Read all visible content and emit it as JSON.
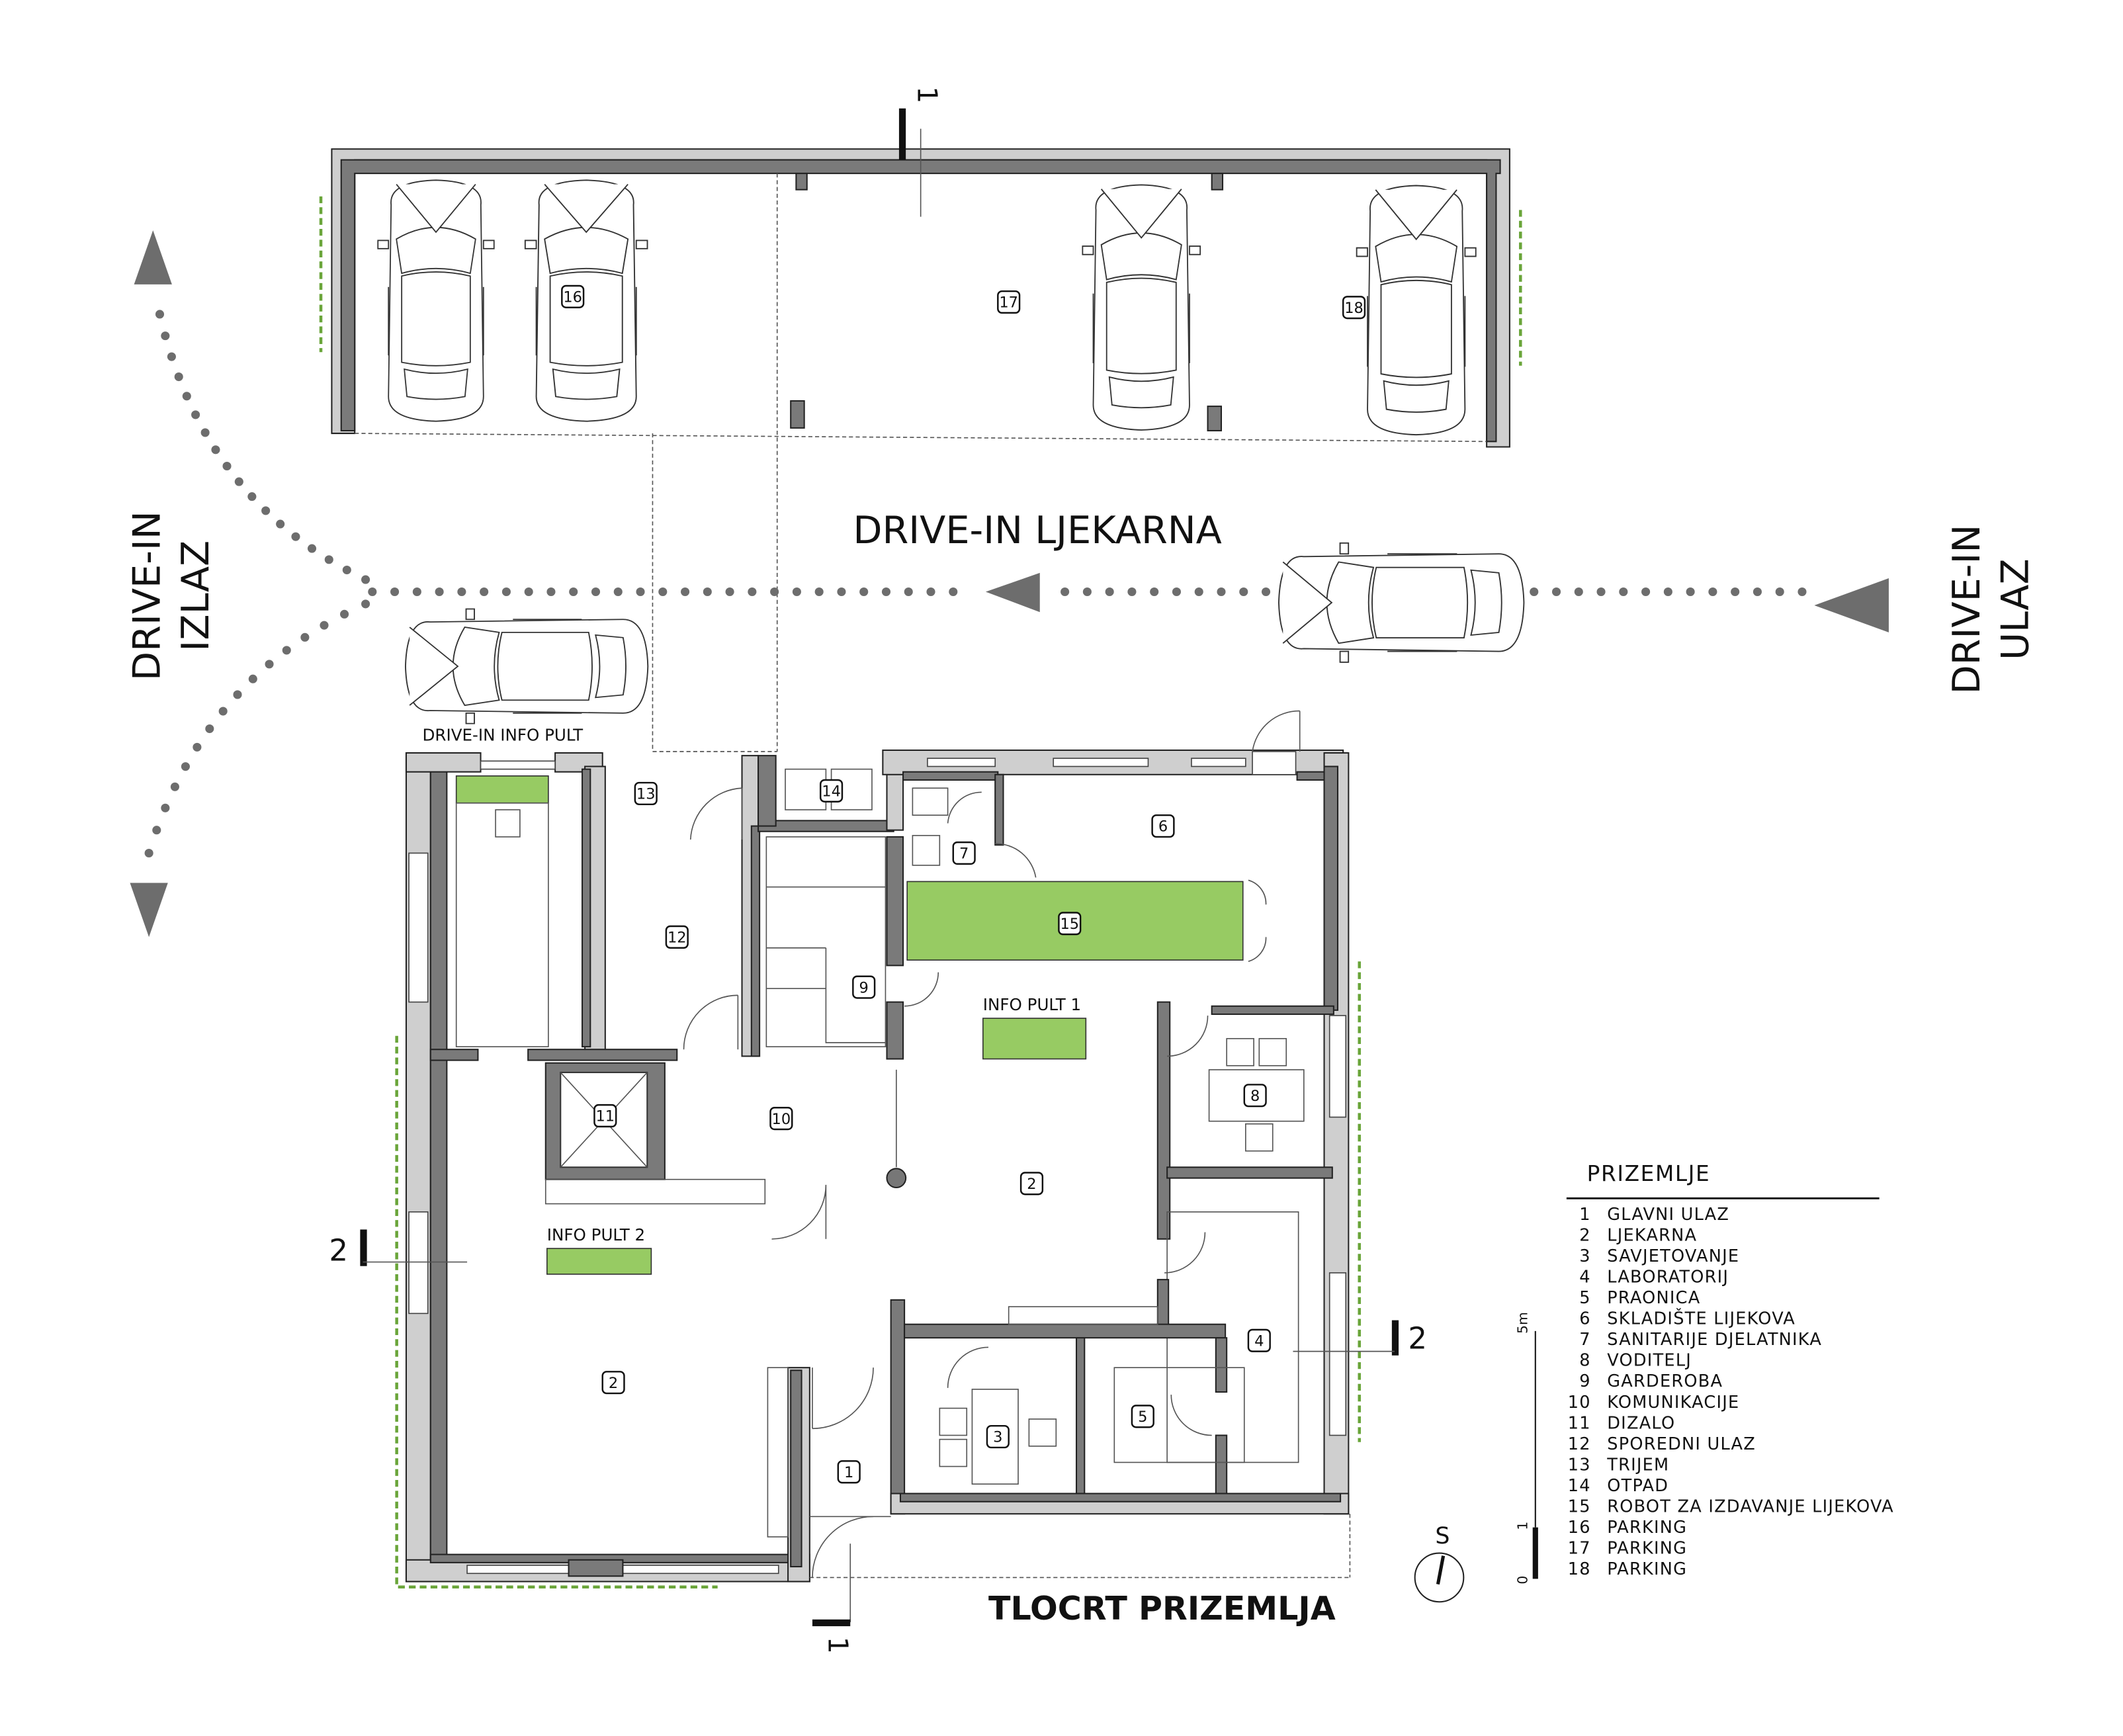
{
  "title": "TLOCRT PRIZEMLJA",
  "drive_in": {
    "main_label": "DRIVE-IN LJEKARNA",
    "exit_line1": "DRIVE-IN",
    "exit_line2": "IZLAZ",
    "entry_line1": "DRIVE-IN",
    "entry_line2": "ULAZ",
    "info_pult_label": "DRIVE-IN INFO PULT"
  },
  "desks": {
    "info_pult_1": "INFO PULT 1",
    "info_pult_2": "INFO PULT 2"
  },
  "room_numbers": [
    "1",
    "2",
    "2",
    "3",
    "4",
    "5",
    "6",
    "7",
    "8",
    "9",
    "10",
    "11",
    "12",
    "13",
    "14",
    "15",
    "16",
    "17",
    "18"
  ],
  "section_marks": {
    "section_1": "1",
    "section_2": "2"
  },
  "north": "S",
  "scale": {
    "zero": "0",
    "one": "1",
    "five": "5m"
  },
  "legend": {
    "title": "PRIZEMLJE",
    "items": [
      {
        "num": "1",
        "label": "GLAVNI ULAZ"
      },
      {
        "num": "2",
        "label": "LJEKARNA"
      },
      {
        "num": "3",
        "label": "SAVJETOVANJE"
      },
      {
        "num": "4",
        "label": "LABORATORIJ"
      },
      {
        "num": "5",
        "label": "PRAONICA"
      },
      {
        "num": "6",
        "label": "SKLADIŠTE LIJEKOVA"
      },
      {
        "num": "7",
        "label": "SANITARIJE DJELATNIKA"
      },
      {
        "num": "8",
        "label": "VODITELJ"
      },
      {
        "num": "9",
        "label": "GARDEROBA"
      },
      {
        "num": "10",
        "label": "KOMUNIKACIJE"
      },
      {
        "num": "11",
        "label": "DIZALO"
      },
      {
        "num": "12",
        "label": "SPOREDNI ULAZ"
      },
      {
        "num": "13",
        "label": "TRIJEM"
      },
      {
        "num": "14",
        "label": "OTPAD"
      },
      {
        "num": "15",
        "label": "ROBOT ZA IZDAVANJE LIJEKOVA"
      },
      {
        "num": "16",
        "label": "PARKING"
      },
      {
        "num": "17",
        "label": "PARKING"
      },
      {
        "num": "18",
        "label": "PARKING"
      }
    ]
  },
  "colors": {
    "green_fill": "#97cb63",
    "wall_dark": "#7a7a7a",
    "wall_light": "#cfcfcf",
    "path_dots": "#6d6d6d",
    "green_line": "#6aa53a"
  }
}
